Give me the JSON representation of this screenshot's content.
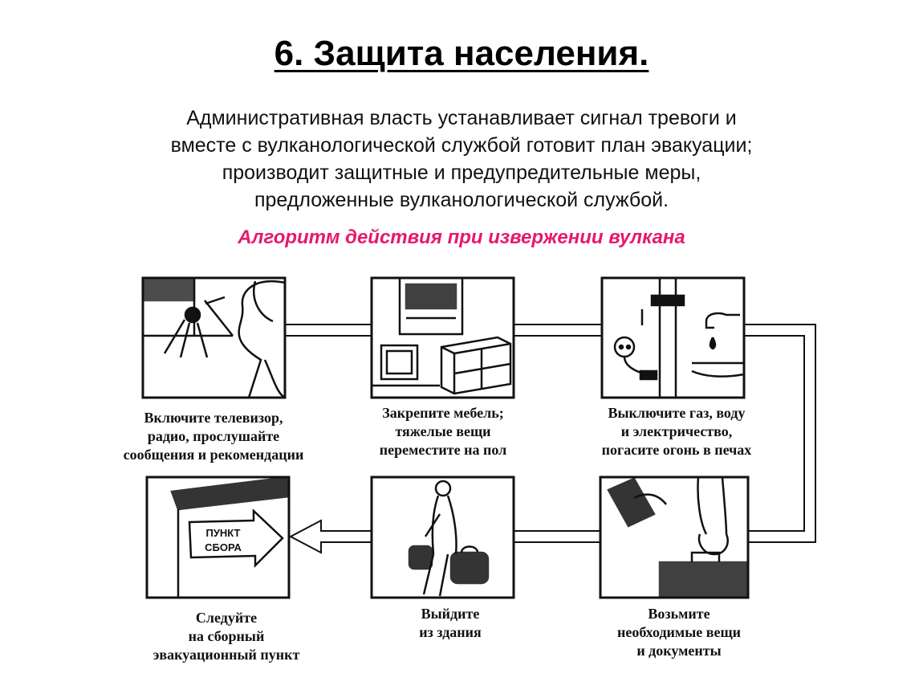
{
  "title": "6. Защита населения.",
  "paragraph": [
    "Административная власть устанавливает сигнал тревоги и",
    "вместе с вулканологической службой готовит план эвакуации;",
    "производит защитные и предупредительные меры,",
    "предложенные вулканологической службой."
  ],
  "subtitle": "Алгоритм действия при извержении вулкана",
  "colors": {
    "subtitle": "#e6186f",
    "title": "#000000",
    "line": "#111111"
  },
  "steps": [
    {
      "icon": "tv-radio-listener-icon",
      "caption": [
        "Включите телевизор,",
        "радио, прослушайте",
        "сообщения и рекомендации"
      ]
    },
    {
      "icon": "furniture-boxes-icon",
      "caption": [
        "Закрепите мебель;",
        "тяжелые вещи",
        "переместите  на пол"
      ]
    },
    {
      "icon": "utilities-shutoff-icon",
      "caption": [
        "Выключите газ, воду",
        "и электричество,",
        "погасите огонь в печах"
      ]
    },
    {
      "icon": "briefcase-documents-icon",
      "caption": [
        "Возьмите",
        "необходимые вещи",
        "и документы"
      ]
    },
    {
      "icon": "person-leaving-icon",
      "caption": [
        "Выйдите",
        "из здания"
      ]
    },
    {
      "icon": "assembly-point-sign-icon",
      "caption": [
        "Следуйте",
        "на сборный",
        "эвакуационный пункт"
      ],
      "sign_text": [
        "ПУНКТ",
        "СБОРА"
      ]
    }
  ]
}
